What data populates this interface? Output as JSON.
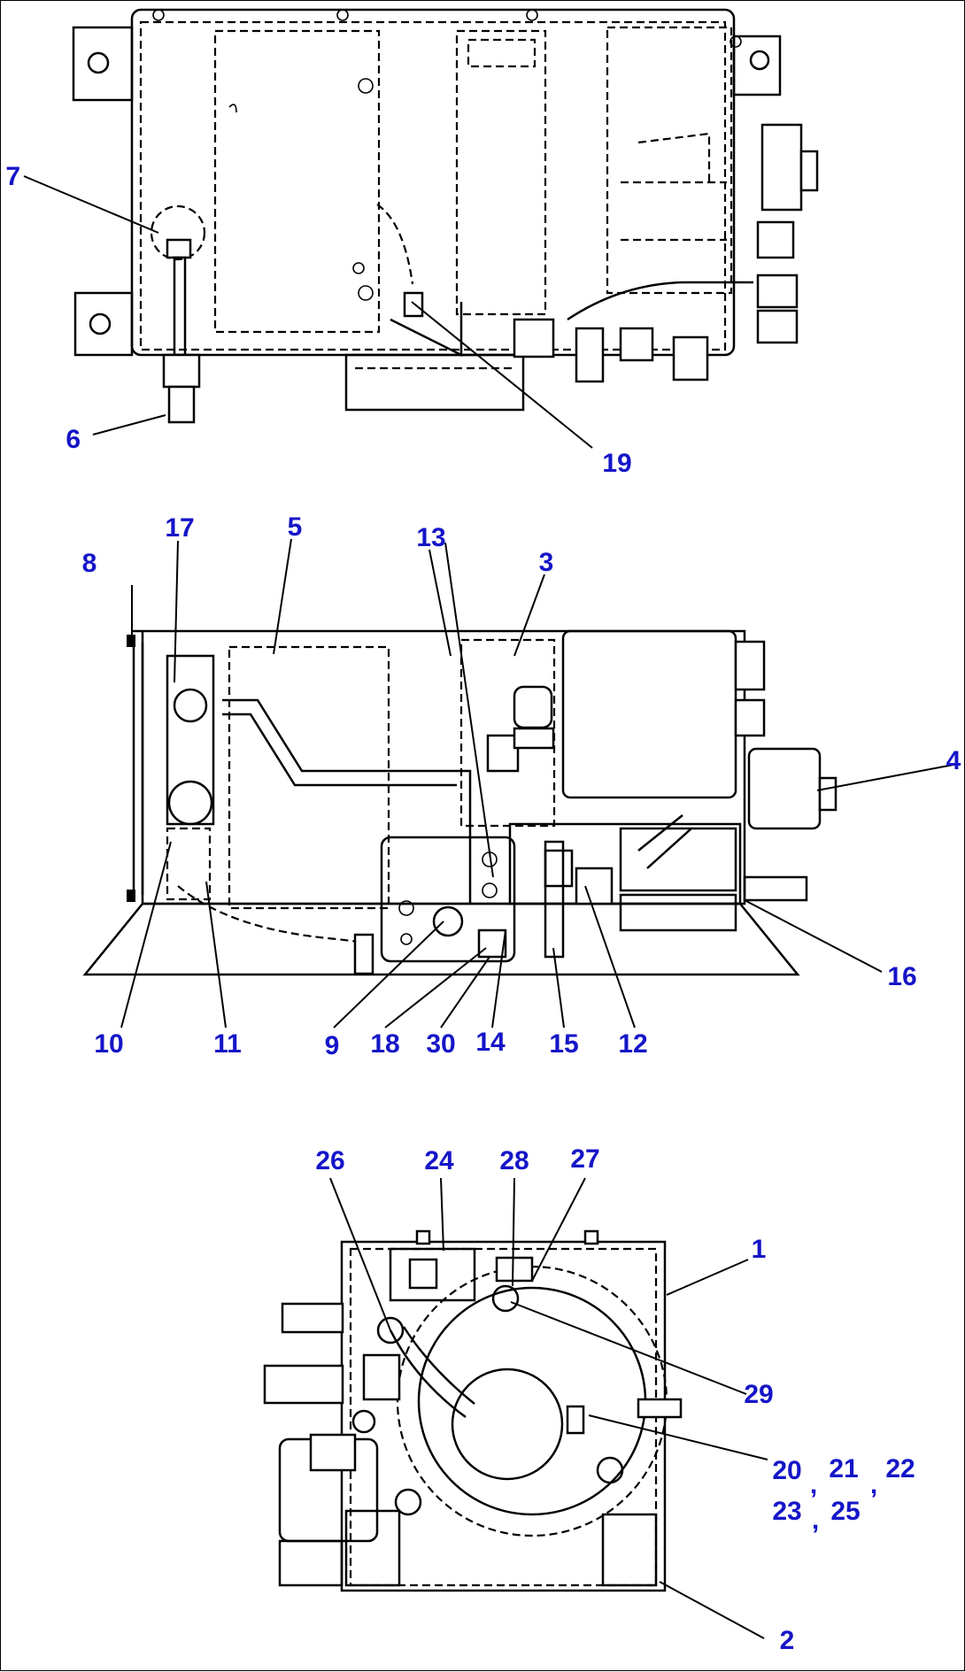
{
  "colors": {
    "callout": "#1515c8",
    "linework": "#000000",
    "background": "#ffffff"
  },
  "callouts": {
    "c1": "1",
    "c2": "2",
    "c3": "3",
    "c4": "4",
    "c5": "5",
    "c6": "6",
    "c7": "7",
    "c8": "8",
    "c9": "9",
    "c10": "10",
    "c11": "11",
    "c12": "12",
    "c13": "13",
    "c14": "14",
    "c15": "15",
    "c16": "16",
    "c17": "17",
    "c18": "18",
    "c19": "19",
    "c20": "20",
    "c21": "21",
    "c22": "22",
    "c23": "23",
    "c24": "24",
    "c25": "25",
    "c26": "26",
    "c27": "27",
    "c28": "28",
    "c29": "29",
    "c30": "30"
  },
  "separators": {
    "comma": ","
  }
}
